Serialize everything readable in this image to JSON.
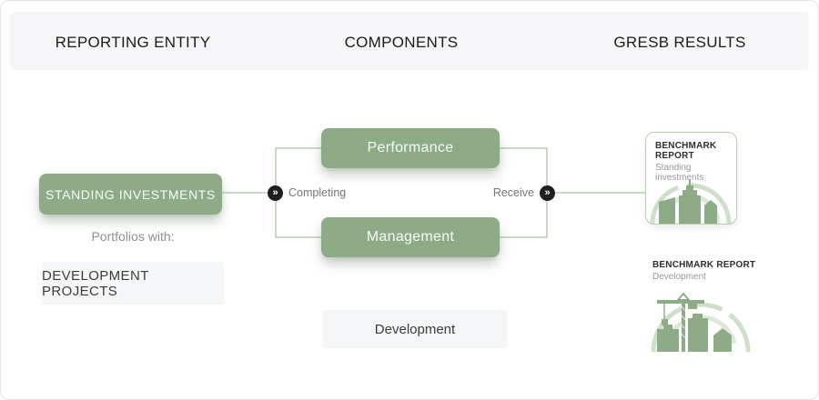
{
  "header": {
    "columns": [
      {
        "label": "REPORTING ENTITY"
      },
      {
        "label": "COMPONENTS"
      },
      {
        "label": "GRESB RESULTS"
      }
    ]
  },
  "reporting_entity": {
    "standing_investments_label": "STANDING INVESTMENTS",
    "portfolios_with_label": "Portfolios with:",
    "development_projects_label": "DEVELOPMENT PROJECTS"
  },
  "components": {
    "performance_label": "Performance",
    "management_label": "Management",
    "development_label": "Development"
  },
  "connectors": {
    "completing_label": "Completing",
    "receive_label": "Receive",
    "chevron_glyph": "»"
  },
  "results": {
    "cards": [
      {
        "title": "BENCHMARK REPORT",
        "subtitle": "Standing investments",
        "icon": "city-skyline-icon"
      },
      {
        "title": "BENCHMARK REPORT",
        "subtitle": "Development",
        "icon": "construction-crane-icon"
      }
    ]
  },
  "colors": {
    "accent_green": "#8dab86",
    "line_green": "#abc2a8",
    "arc_green_outer": "#cfe0ca",
    "arc_green_inner": "#dce8d8",
    "header_bg": "#f6f6f8",
    "light_box_bg": "#f5f6f8",
    "connector_node": "#1f1f1f"
  }
}
